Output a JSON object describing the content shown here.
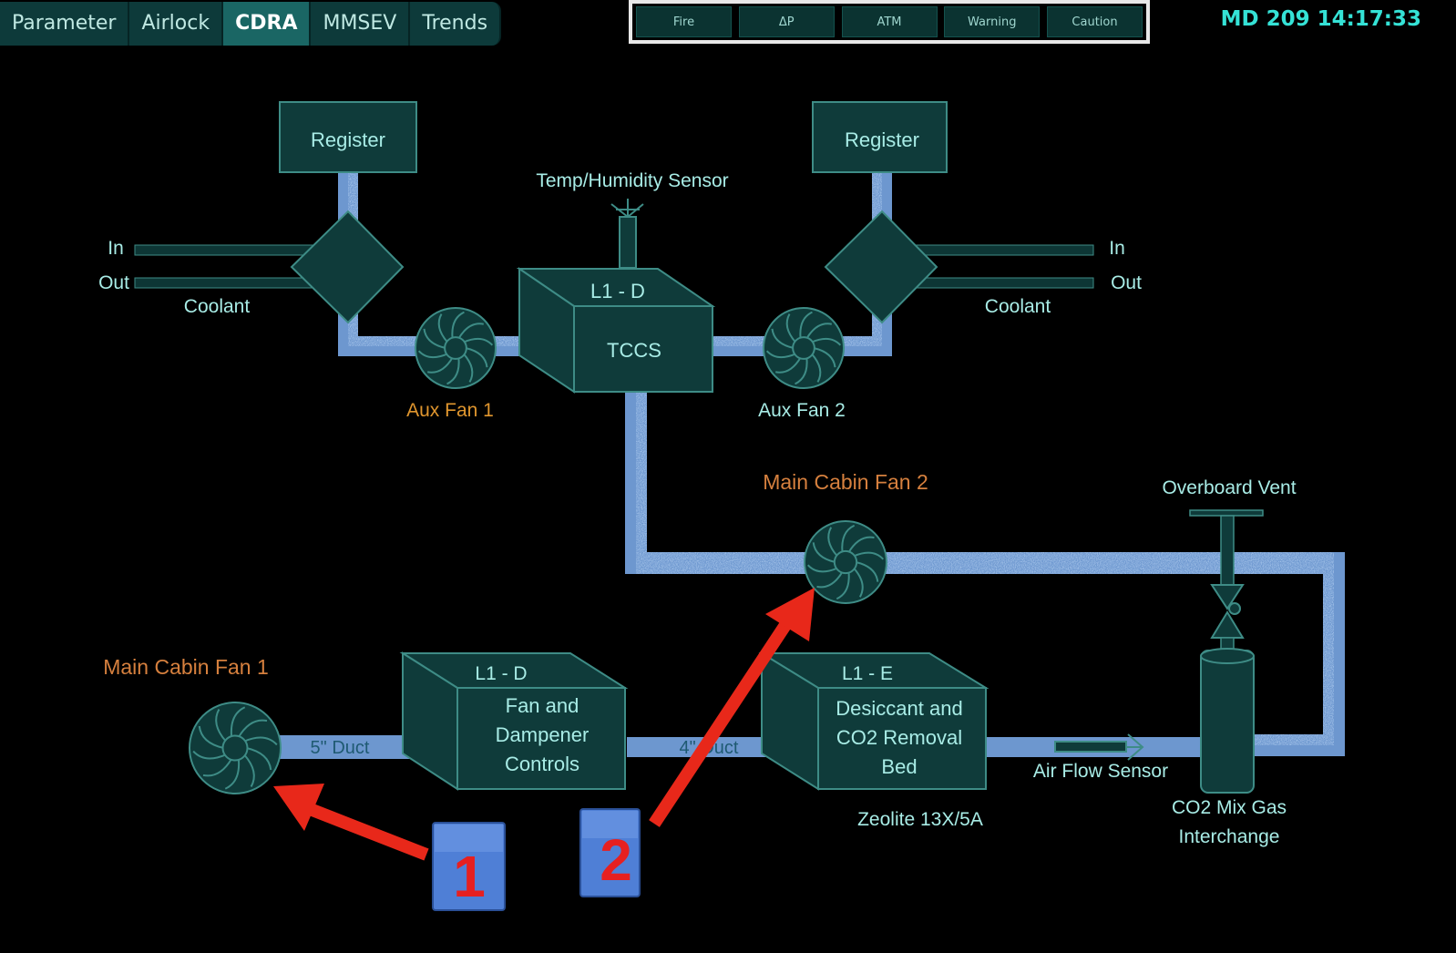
{
  "tabs": [
    {
      "label": "Parameter",
      "active": false
    },
    {
      "label": "Airlock",
      "active": false
    },
    {
      "label": "CDRA",
      "active": true
    },
    {
      "label": "MMSEV",
      "active": false
    },
    {
      "label": "Trends",
      "active": false
    }
  ],
  "alarms": [
    "Fire",
    "ΔP",
    "ATM",
    "Warning",
    "Caution"
  ],
  "clock": "MD 209 14:17:33",
  "diagram": {
    "register_left": "Register",
    "register_right": "Register",
    "temp_sensor": "Temp/Humidity Sensor",
    "in_left": "In",
    "out_left": "Out",
    "coolant_left": "Coolant",
    "in_right": "In",
    "out_right": "Out",
    "coolant_right": "Coolant",
    "tccs_loc": "L1 - D",
    "tccs": "TCCS",
    "aux_fan_1": "Aux Fan 1",
    "aux_fan_2": "Aux Fan 2",
    "main_fan_2": "Main Cabin Fan 2",
    "main_fan_1": "Main Cabin Fan 1",
    "overboard_vent": "Overboard Vent",
    "fan_ctrl_loc": "L1 - D",
    "fan_ctrl_line1": "Fan and",
    "fan_ctrl_line2": "Dampener",
    "fan_ctrl_line3": "Controls",
    "bed_loc": "L1 - E",
    "bed_line1": "Desiccant and",
    "bed_line2": "CO2 Removal",
    "bed_line3": "Bed",
    "duct_5": "5\" Duct",
    "duct_4": "4\" Duct",
    "air_flow_sensor": "Air Flow Sensor",
    "zeolite": "Zeolite 13X/5A",
    "co2_line1": "CO2 Mix Gas",
    "co2_line2": "Interchange"
  },
  "annotations": {
    "marker_1": "1",
    "marker_2": "2"
  },
  "colors": {
    "duct": "#8fb8e8",
    "box_fill": "#0f3b3a",
    "text": "#a8ece6",
    "fan_label": "#e0962e",
    "main_fan_label": "#d6803e",
    "arrow": "#e8281a",
    "marker_bg": "#4f7fd6",
    "marker_text": "#e62020"
  }
}
